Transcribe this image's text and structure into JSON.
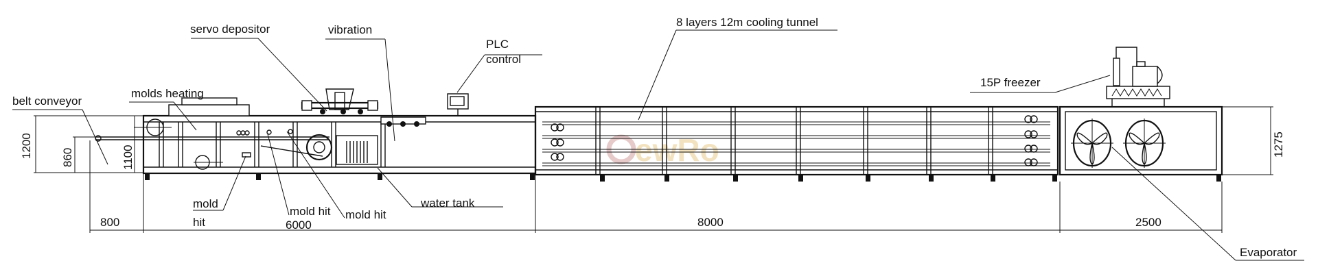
{
  "labels": {
    "belt_conveyor": "belt conveyor",
    "molds_heating": "molds heating",
    "servo_depositor": "servo depositor",
    "vibration": "vibration",
    "plc_line1": "PLC",
    "plc_line2": "control",
    "cooling_tunnel": "8 layers 12m cooling tunnel",
    "freezer": "15P freezer",
    "evaporator": "Evaporator",
    "water_tank": "water tank",
    "mold_hit_1_line1": "mold",
    "mold_hit_1_line2": "hit",
    "mold_hit_2": "mold hit",
    "mold_hit_3": "mold hit"
  },
  "dimensions": {
    "height_total": "1200",
    "height_conveyor": "860",
    "height_frame": "1100",
    "height_tunnel": "1275",
    "len_conveyor": "800",
    "len_forming": "6000",
    "len_tunnel": "8000",
    "len_evaporator": "2500"
  },
  "watermark": "ewRo"
}
